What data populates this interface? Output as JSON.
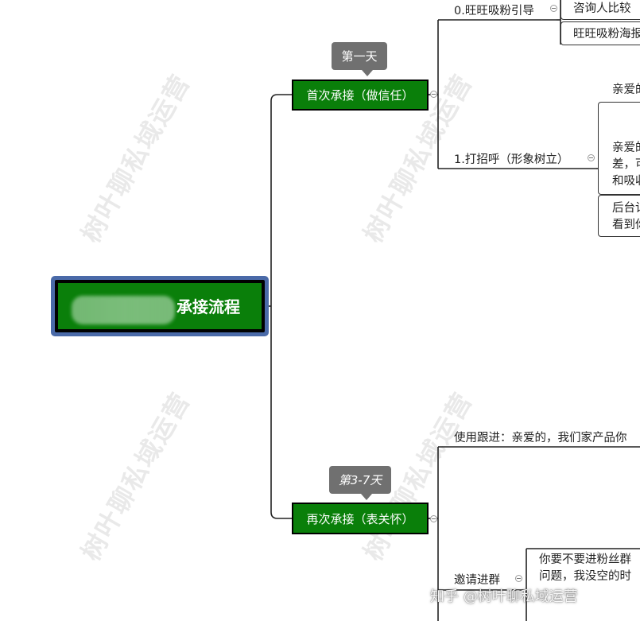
{
  "root": {
    "title": "承接流程"
  },
  "branches": {
    "first": {
      "label": "首次承接（做信任）",
      "callout": "第一天"
    },
    "second": {
      "label": "再次承接（表关怀）",
      "callout": "第3-7天"
    }
  },
  "topics": {
    "wangwang": "0.旺旺吸粉引导",
    "greeting": "1.打招呼（形象树立）",
    "usage": "使用跟进：亲爱的，我们家产品你",
    "invite": "邀请进群"
  },
  "leaves": {
    "consult": "咨询人比较",
    "wangwang_poster": "旺旺吸粉海报",
    "dear1": "亲爱的",
    "dear2_line1": "亲爱的",
    "dear2_line2": "差，可",
    "dear2_line3": "和吸收",
    "backend_line1": "后台记",
    "backend_line2": "看到你",
    "invite_line1": "你要不要进粉丝群",
    "invite_line2": "问题，我没空的时"
  },
  "watermark": "树叶聊私域运营",
  "credit": "知乎 @树叶聊私域运营"
}
